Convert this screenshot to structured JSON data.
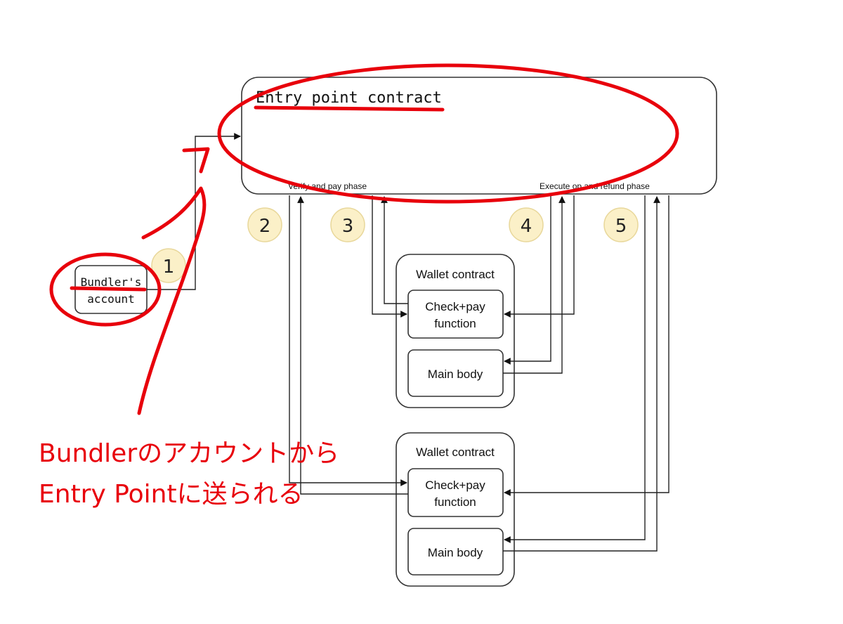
{
  "entry_point": {
    "title": "Entry point contract",
    "verify_phase": "Verify and pay phase",
    "execute_phase": "Execute op and refund phase"
  },
  "bundler": {
    "line1": "Bundler's",
    "line2": "account"
  },
  "steps": [
    "1",
    "2",
    "3",
    "4",
    "5"
  ],
  "wallets": [
    {
      "title": "Wallet contract",
      "check_line1": "Check+pay",
      "check_line2": "function",
      "main_body": "Main body"
    },
    {
      "title": "Wallet contract",
      "check_line1": "Check+pay",
      "check_line2": "function",
      "main_body": "Main body"
    }
  ],
  "annotation": {
    "line1": "Bundlerのアカウントから",
    "line2": "Entry Pointに送られる"
  },
  "colors": {
    "annotation_red": "#e8000b",
    "step_badge": "#fbf0c8"
  }
}
